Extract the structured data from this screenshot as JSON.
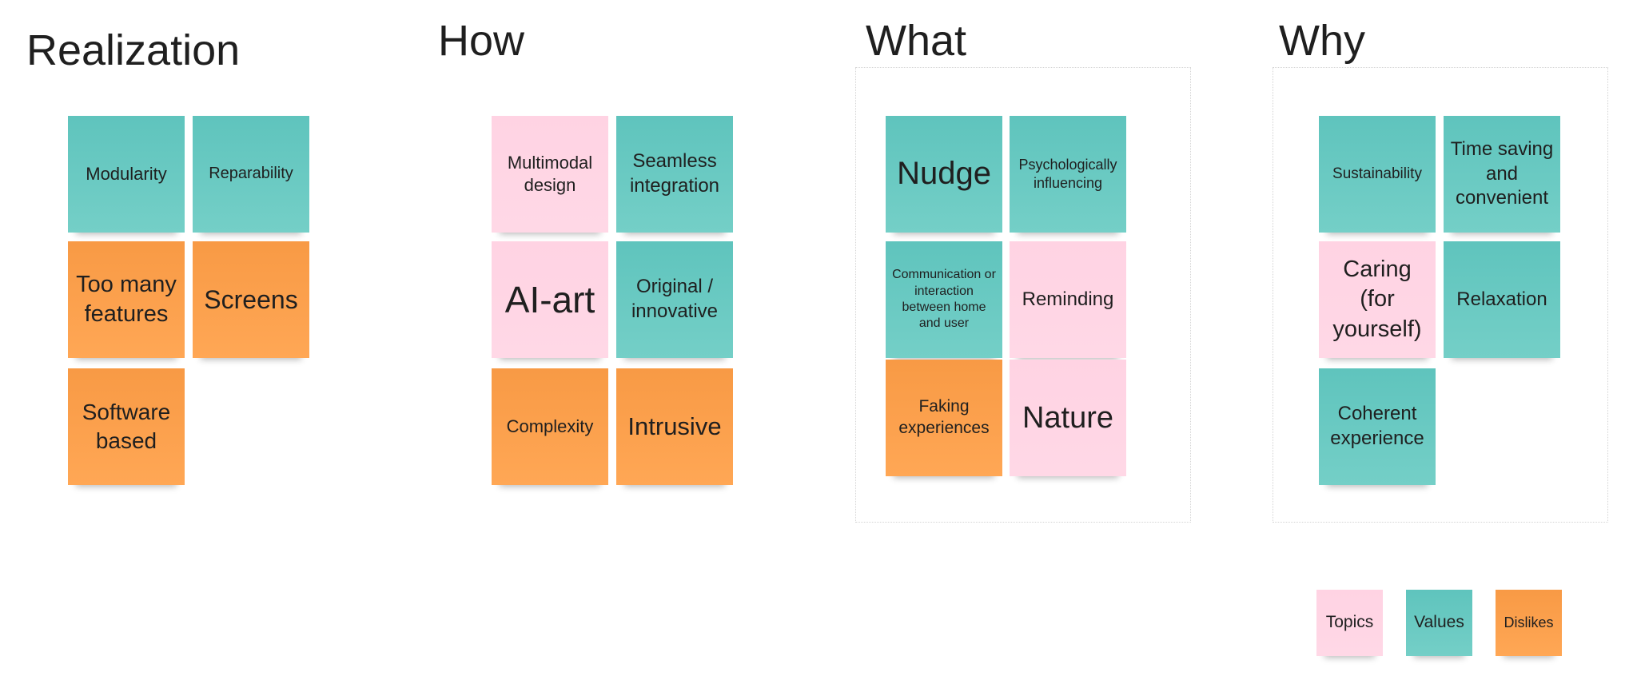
{
  "colors": {
    "teal": "#66c8c0",
    "pink": "#ffd5e4",
    "orange": "#fb9f4c"
  },
  "sections": {
    "realization": {
      "title": "Realization",
      "notes": {
        "modularity": "Modularity",
        "reparability": "Reparability",
        "too_many_features": "Too many features",
        "screens": "Screens",
        "software_based": "Software based"
      }
    },
    "how": {
      "title": "How",
      "notes": {
        "multimodal_design": "Multimodal design",
        "seamless_integration": "Seamless integration",
        "ai_art": "AI-art",
        "original_innovative": "Original / innovative",
        "complexity": "Complexity",
        "intrusive": "Intrusive"
      }
    },
    "what": {
      "title": "What",
      "notes": {
        "nudge": "Nudge",
        "psychologically_influencing": "Psychologically influencing",
        "communication": "Communication or interaction between home and user",
        "reminding": "Reminding",
        "faking_experiences": "Faking experiences",
        "nature": "Nature"
      }
    },
    "why": {
      "title": "Why",
      "notes": {
        "sustainability": "Sustainability",
        "time_saving": "Time saving and convenient",
        "caring": "Caring (for yourself)",
        "relaxation": "Relaxation",
        "coherent_experience": "Coherent experience"
      }
    }
  },
  "legend": {
    "topics": "Topics",
    "values": "Values",
    "dislikes": "Dislikes"
  }
}
